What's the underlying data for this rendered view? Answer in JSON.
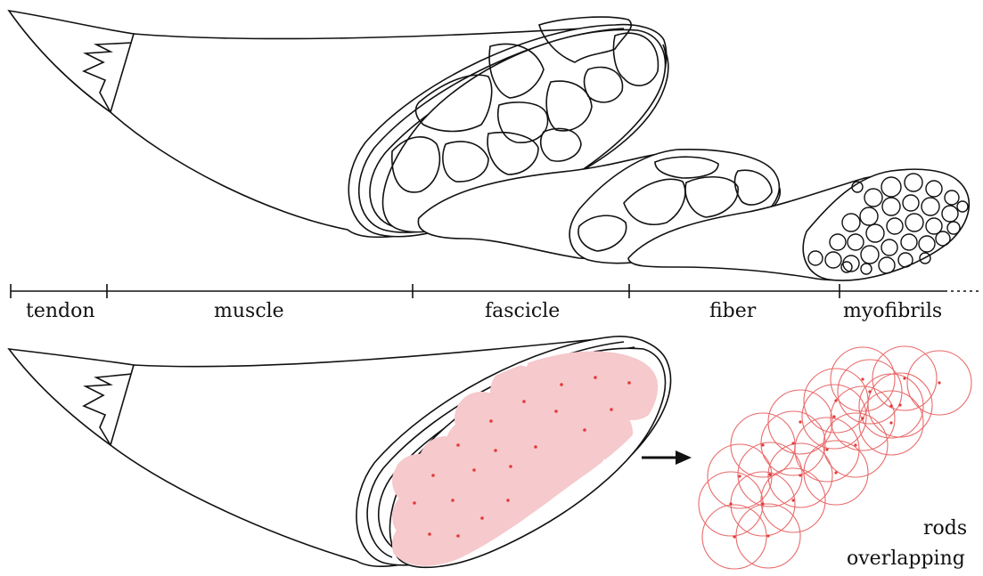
{
  "scale_labels": {
    "tendon": "tendon",
    "muscle": "muscle",
    "fascicle": "fascicle",
    "fiber": "fiber",
    "myofibrils": "myofibrils"
  },
  "annotation": {
    "line1": "rods",
    "line2": "overlapping"
  },
  "colors": {
    "outline": "#111111",
    "fill_pink": "#f6c9cc",
    "rod_red": "#e23a3a"
  }
}
